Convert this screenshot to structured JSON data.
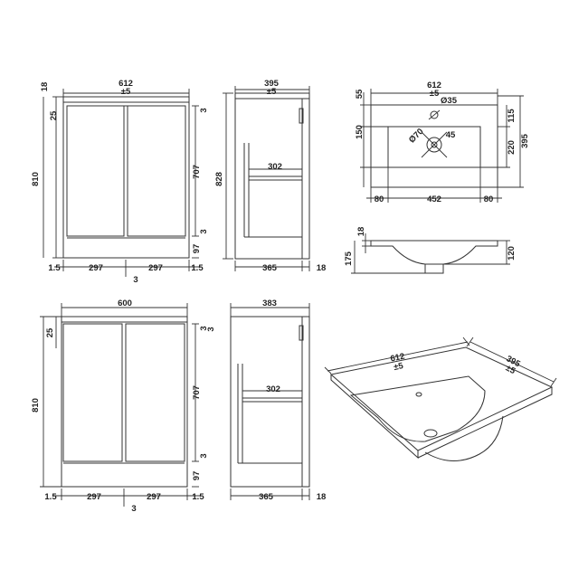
{
  "front_top": {
    "width": "612",
    "width_tol": "±5",
    "top": "18",
    "panel": "25",
    "height": "810",
    "gap_top": "3",
    "door_h": "707",
    "gap_bottom": "3",
    "plinth": "97",
    "left_edge": "1.5",
    "door_l": "297",
    "door_r": "297",
    "right_edge": "1.5",
    "centre_gap": "3"
  },
  "side_top": {
    "depth": "395",
    "depth_tol": "±5",
    "height": "828",
    "shelf": "302",
    "bottom_depth": "365",
    "bottom_back": "18"
  },
  "basin_plan": {
    "width": "612",
    "width_tol": "±5",
    "tap_hole": "Ø35",
    "waste": "Ø70",
    "waste_off": "45",
    "back": "55",
    "inner_h": "150",
    "right_top": "115",
    "right_mid": "220",
    "depth": "395",
    "left": "80",
    "bowl_w": "452",
    "right": "80"
  },
  "basin_section": {
    "lip": "18",
    "height": "175",
    "bowl": "120"
  },
  "front_bottom": {
    "width": "600",
    "panel": "25",
    "height": "810",
    "gap_top": "3",
    "door_h": "707",
    "gap_bottom": "3",
    "plinth": "97",
    "left_edge": "1.5",
    "door_l": "297",
    "door_r": "297",
    "right_edge": "1.5",
    "centre_gap": "3"
  },
  "side_bottom": {
    "depth": "383",
    "shelf": "302",
    "bottom_depth": "365",
    "bottom_back": "18",
    "gap_top": "3"
  },
  "basin_iso": {
    "width": "612",
    "width_tol": "±5",
    "depth": "395",
    "depth_tol": "±5"
  }
}
